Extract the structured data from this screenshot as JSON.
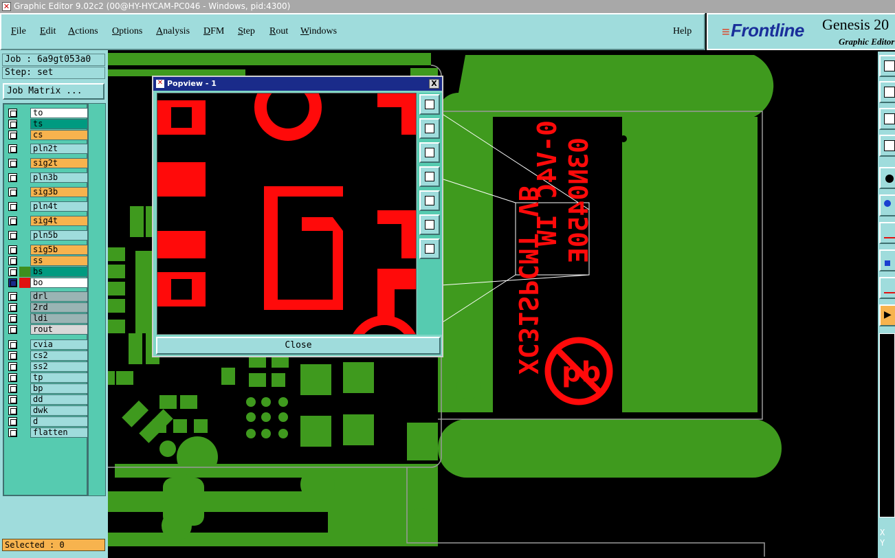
{
  "window": {
    "title": "Graphic Editor 9.02c2 (00@HY-HYCAM-PC046 - Windows, pid:4300)"
  },
  "menu": [
    {
      "label": "File",
      "u": "F",
      "rest": "ile"
    },
    {
      "label": "Edit",
      "u": "E",
      "rest": "dit"
    },
    {
      "label": "Actions",
      "u": "A",
      "rest": "ctions"
    },
    {
      "label": "Options",
      "u": "O",
      "rest": "ptions"
    },
    {
      "label": "Analysis",
      "u": "A",
      "rest": "nalysis"
    },
    {
      "label": "DFM",
      "u": "D",
      "rest": "FM"
    },
    {
      "label": "Step",
      "u": "S",
      "rest": "tep"
    },
    {
      "label": "Rout",
      "u": "R",
      "rest": "out"
    },
    {
      "label": "Windows",
      "u": "W",
      "rest": "indows"
    },
    {
      "label": "Help",
      "u": "",
      "rest": "Help"
    }
  ],
  "logo": {
    "brand": "Frontline",
    "product": "Genesis 20",
    "subtitle": "Graphic Editor"
  },
  "job": {
    "job_label": "Job : 6a9gt053a0",
    "step_label": "Step: set",
    "matrix_button": "Job Matrix ..."
  },
  "layers": [
    {
      "name": "to",
      "color": "#ffffff",
      "swatch": ""
    },
    {
      "name": "ts",
      "color": "#009a80",
      "swatch": ""
    },
    {
      "name": "cs",
      "color": "#f7b34e",
      "swatch": ""
    },
    {
      "name": "pln2t",
      "color": "#9fdcdc",
      "swatch": ""
    },
    {
      "name": "sig2t",
      "color": "#f7b34e",
      "swatch": ""
    },
    {
      "name": "pln3b",
      "color": "#9fdcdc",
      "swatch": ""
    },
    {
      "name": "sig3b",
      "color": "#f7b34e",
      "swatch": ""
    },
    {
      "name": "pln4t",
      "color": "#9fdcdc",
      "swatch": ""
    },
    {
      "name": "sig4t",
      "color": "#f7b34e",
      "swatch": ""
    },
    {
      "name": "pln5b",
      "color": "#9fdcdc",
      "swatch": ""
    },
    {
      "name": "sig5b",
      "color": "#f7b34e",
      "swatch": ""
    },
    {
      "name": "ss",
      "color": "#f7b34e",
      "swatch": ""
    },
    {
      "name": "bs",
      "color": "#009a80",
      "swatch": "#3e8e1e"
    },
    {
      "name": "bo",
      "color": "#ffffff",
      "swatch": "#e01010"
    },
    {
      "name": "drl",
      "color": "#9ab4b4",
      "swatch": ""
    },
    {
      "name": "2rd",
      "color": "#9ab4b4",
      "swatch": ""
    },
    {
      "name": "ldi",
      "color": "#9ab4b4",
      "swatch": ""
    },
    {
      "name": "rout",
      "color": "#d8d8d8",
      "swatch": ""
    },
    {
      "name": "cvia",
      "color": "#9fdcdc",
      "swatch": ""
    },
    {
      "name": "cs2",
      "color": "#9fdcdc",
      "swatch": ""
    },
    {
      "name": "ss2",
      "color": "#9fdcdc",
      "swatch": ""
    },
    {
      "name": "tp",
      "color": "#9fdcdc",
      "swatch": ""
    },
    {
      "name": "bp",
      "color": "#9fdcdc",
      "swatch": ""
    },
    {
      "name": "dd",
      "color": "#9fdcdc",
      "swatch": ""
    },
    {
      "name": "dwk",
      "color": "#9fdcdc",
      "swatch": ""
    },
    {
      "name": "d",
      "color": "#9fdcdc",
      "swatch": ""
    },
    {
      "name": "flatten",
      "color": "#9fdcdc",
      "swatch": ""
    }
  ],
  "status": {
    "selected": "Selected : 0"
  },
  "popview": {
    "title": "Popview - 1",
    "close_x": "X",
    "close_button": "Close"
  },
  "board_text": {
    "line1": "XC31SPCMT VB",
    "line2": "0-V4C IW",
    "line3": "03N0450E"
  },
  "coords": {
    "x": "X",
    "y": "Y"
  },
  "colors": {
    "copper": "#3f9a1e",
    "silk": "#ff0a0a",
    "panel": "#9fdcdc",
    "layerbg": "#56cbb0"
  }
}
